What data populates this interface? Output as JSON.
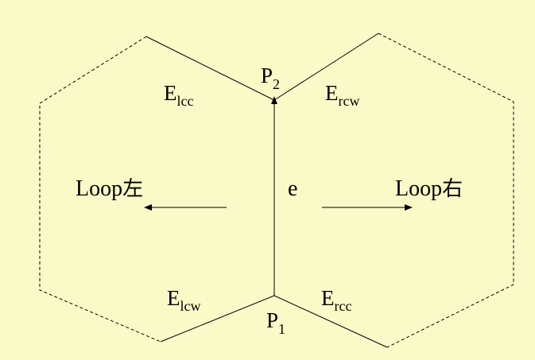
{
  "labels": {
    "p2": {
      "base": "P",
      "sub": "2"
    },
    "p1": {
      "base": "P",
      "sub": "1"
    },
    "e": "e",
    "elcc": {
      "base": "E",
      "sub": "lcc"
    },
    "ercw": {
      "base": "E",
      "sub": "rcw"
    },
    "elcw": {
      "base": "E",
      "sub": "lcw"
    },
    "ercc": {
      "base": "E",
      "sub": "rcc"
    },
    "loop_left": {
      "base": "Loop",
      "cjk": "左"
    },
    "loop_right": {
      "base": "Loop",
      "cjk": "右"
    }
  },
  "colors": {
    "background": "#fafac8",
    "stroke": "#000000"
  }
}
